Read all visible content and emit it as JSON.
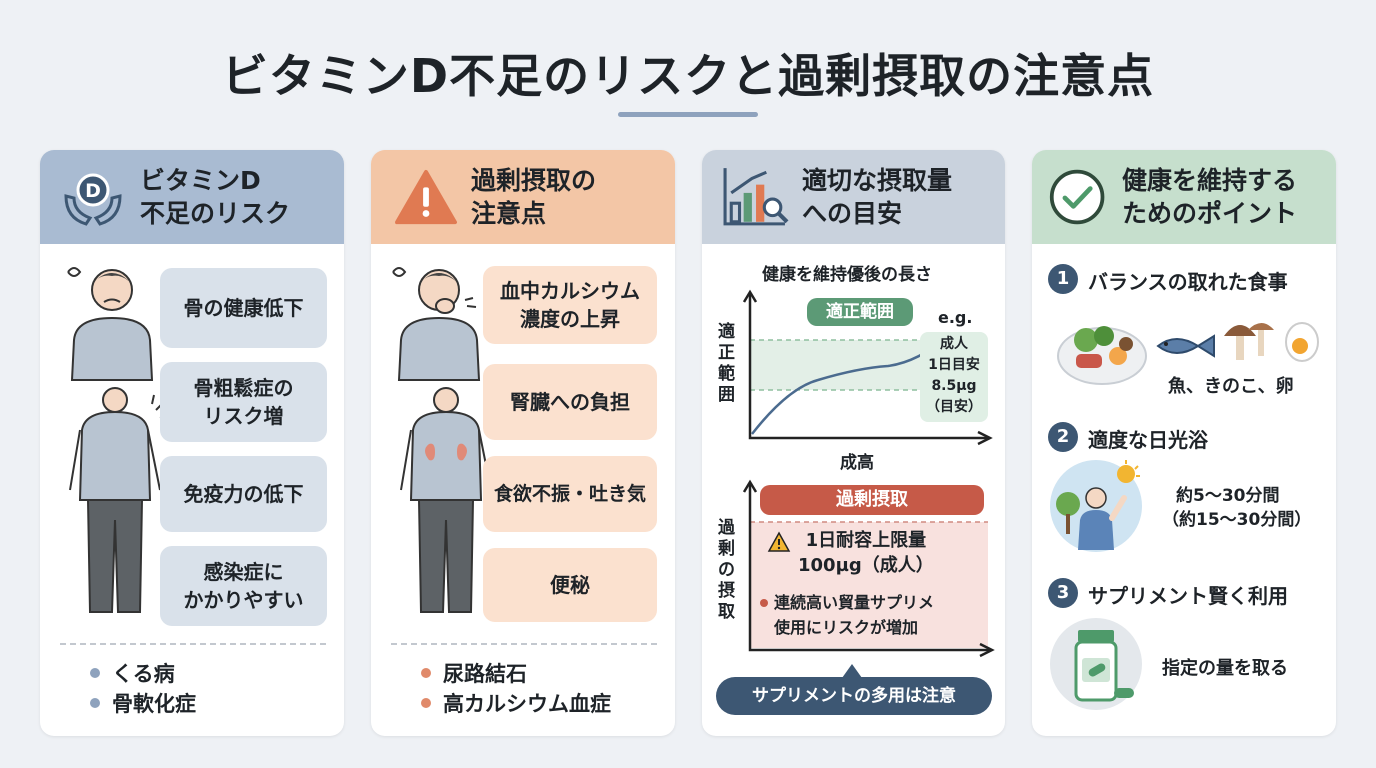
{
  "title": "ビタミンD不足のリスクと過剰摂取の注意点",
  "panels": {
    "deficiency": {
      "title_line1": "ビタミンD",
      "title_line2": "不足のリスク",
      "icon_letter": "D",
      "risks": [
        "骨の健康低下",
        "骨粗鬆症の",
        "リスク増",
        "免疫力の低下",
        "感染症に",
        "かかりやすい"
      ],
      "diseases": [
        "くる病",
        "骨軟化症"
      ]
    },
    "excess": {
      "title_line1": "過剰摂取の",
      "title_line2": "注意点",
      "risks": [
        "血中カルシウム",
        "濃度の上昇",
        "腎臓への負担",
        "食欲不振・吐き気",
        "便秘"
      ],
      "diseases": [
        "尿路結石",
        "高カルシウム血症"
      ]
    },
    "intake": {
      "title_line1": "適切な摂取量",
      "title_line2": "への目安",
      "chart1": {
        "title": "健康を維持優後の長さ",
        "ylabel": "適正範囲",
        "xlabel": "成高",
        "band_label": "適正範囲",
        "eg": "e.g.",
        "note": [
          "成人",
          "1日目安",
          "8.5µg",
          "（目安）"
        ]
      },
      "chart2": {
        "ylabel": "過剰の摂取",
        "header": "過剰摂取",
        "upper_limit": [
          "1日耐容上限量",
          "100µg（成人）"
        ],
        "warning": [
          "連続高い貿量サプリメ",
          "使用にリスクが増加"
        ],
        "callout": "サプリメントの多用は注意"
      }
    },
    "tips": {
      "title_line1": "健康を維持する",
      "title_line2": "ためのポイント",
      "items": [
        {
          "num": "1",
          "label": "バランスの取れた食事",
          "caption": "魚、きのこ、卵"
        },
        {
          "num": "2",
          "label": "適度な日光浴",
          "caption_line1": "約5〜30分間",
          "caption_line2": "（約15〜30分間）"
        },
        {
          "num": "3",
          "label": "サプリメント賢く利用",
          "caption": "指定の量を取る"
        }
      ]
    }
  },
  "colors": {
    "deficiency_header": "#a9bbd2",
    "excess_header": "#f3c6a6",
    "intake_header": "#c9d2dd",
    "tips_header": "#c6dfcd",
    "green_tag": "#5c9a76",
    "red_tag": "#c65a48",
    "navy": "#3d5773"
  },
  "icons": [
    "vitamin-d-hands-icon",
    "warning-triangle-icon",
    "chart-magnifier-icon",
    "check-circle-icon",
    "food-plate-icon",
    "fish-icon",
    "mushroom-icon",
    "egg-icon",
    "sun-person-icon",
    "supplement-bottle-icon"
  ]
}
